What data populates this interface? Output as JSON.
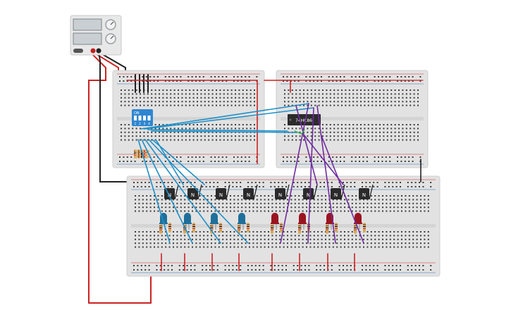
{
  "workspace": {
    "background": "#ffffff",
    "board_color": "#e2e2e2",
    "hole_color": "#3c3c3c",
    "rail_red": "#d9202a",
    "rail_blue": "#2a73b8"
  },
  "power_supply": {
    "body_color": "#e8e8e8",
    "display_color": "#c9cfd2",
    "led_red": "#c21f1f",
    "knob_color": "#9aa0a4"
  },
  "dip_switch": {
    "label": "ON",
    "numbers": [
      "1",
      "2",
      "3",
      "4"
    ],
    "color": "#2f86d0"
  },
  "ic": {
    "label": "74HC86",
    "color": "#2b2b2b"
  },
  "transistors": {
    "label": "N",
    "count": 8,
    "color": "#2a2a2a"
  },
  "leds": {
    "blue_color": "#1f6f9a",
    "red_color": "#9a1520",
    "blue_count": 4,
    "red_count": 4
  },
  "wires": {
    "red": "#cc2222",
    "black": "#222222",
    "blue": "#1e8fc7",
    "purple": "#6f2b9e"
  },
  "breadboards": {
    "count": 3
  }
}
